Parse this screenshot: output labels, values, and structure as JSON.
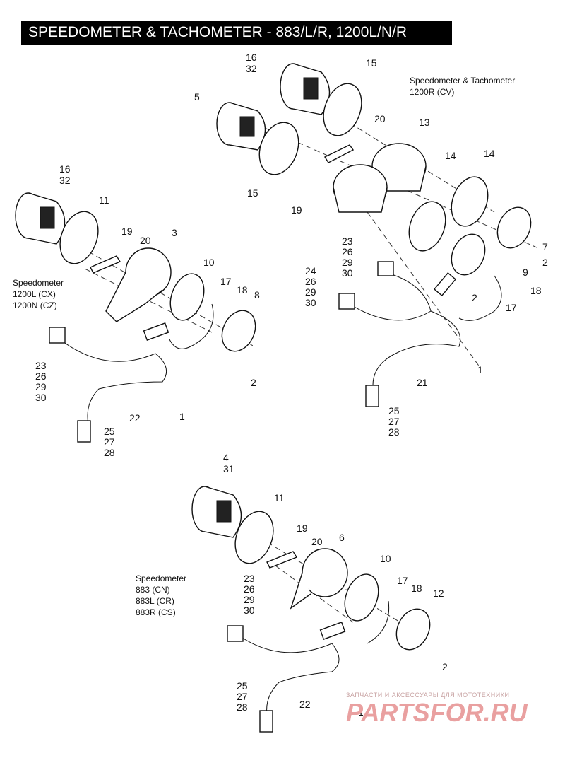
{
  "title": "SPEEDOMETER & TACHOMETER - 883/L/R, 1200L/N/R",
  "captions": {
    "cv_line1": "Speedometer & Tachometer",
    "cv_line2": "1200R (CV)",
    "cx_line1": "Speedometer",
    "cx_line2": "1200L (CX)",
    "cx_line3": "1200N (CZ)",
    "cn_line1": "Speedometer",
    "cn_line2": "883 (CN)",
    "cn_line3": "883L (CR)",
    "cn_line4": "883R (CS)"
  },
  "callouts": {
    "cv": [
      "16",
      "32",
      "15",
      "5",
      "20",
      "13",
      "15",
      "19",
      "14",
      "14",
      "7",
      "2",
      "23",
      "26",
      "29",
      "30",
      "24",
      "26",
      "29",
      "30",
      "9",
      "2",
      "18",
      "17",
      "1",
      "21",
      "25",
      "27",
      "28"
    ],
    "cx": [
      "16",
      "32",
      "11",
      "19",
      "20",
      "3",
      "10",
      "17",
      "18",
      "8",
      "2",
      "23",
      "26",
      "29",
      "30",
      "22",
      "1",
      "25",
      "27",
      "28"
    ],
    "cn": [
      "4",
      "31",
      "11",
      "19",
      "20",
      "6",
      "10",
      "17",
      "18",
      "12",
      "23",
      "26",
      "29",
      "30",
      "2",
      "25",
      "27",
      "28",
      "22",
      "1"
    ]
  },
  "watermark": {
    "line1": "ЗАПЧАСТИ И АКСЕССУАРЫ ДЛЯ МОТОТЕХНИКИ",
    "line2": "PARTSFOR.RU"
  }
}
